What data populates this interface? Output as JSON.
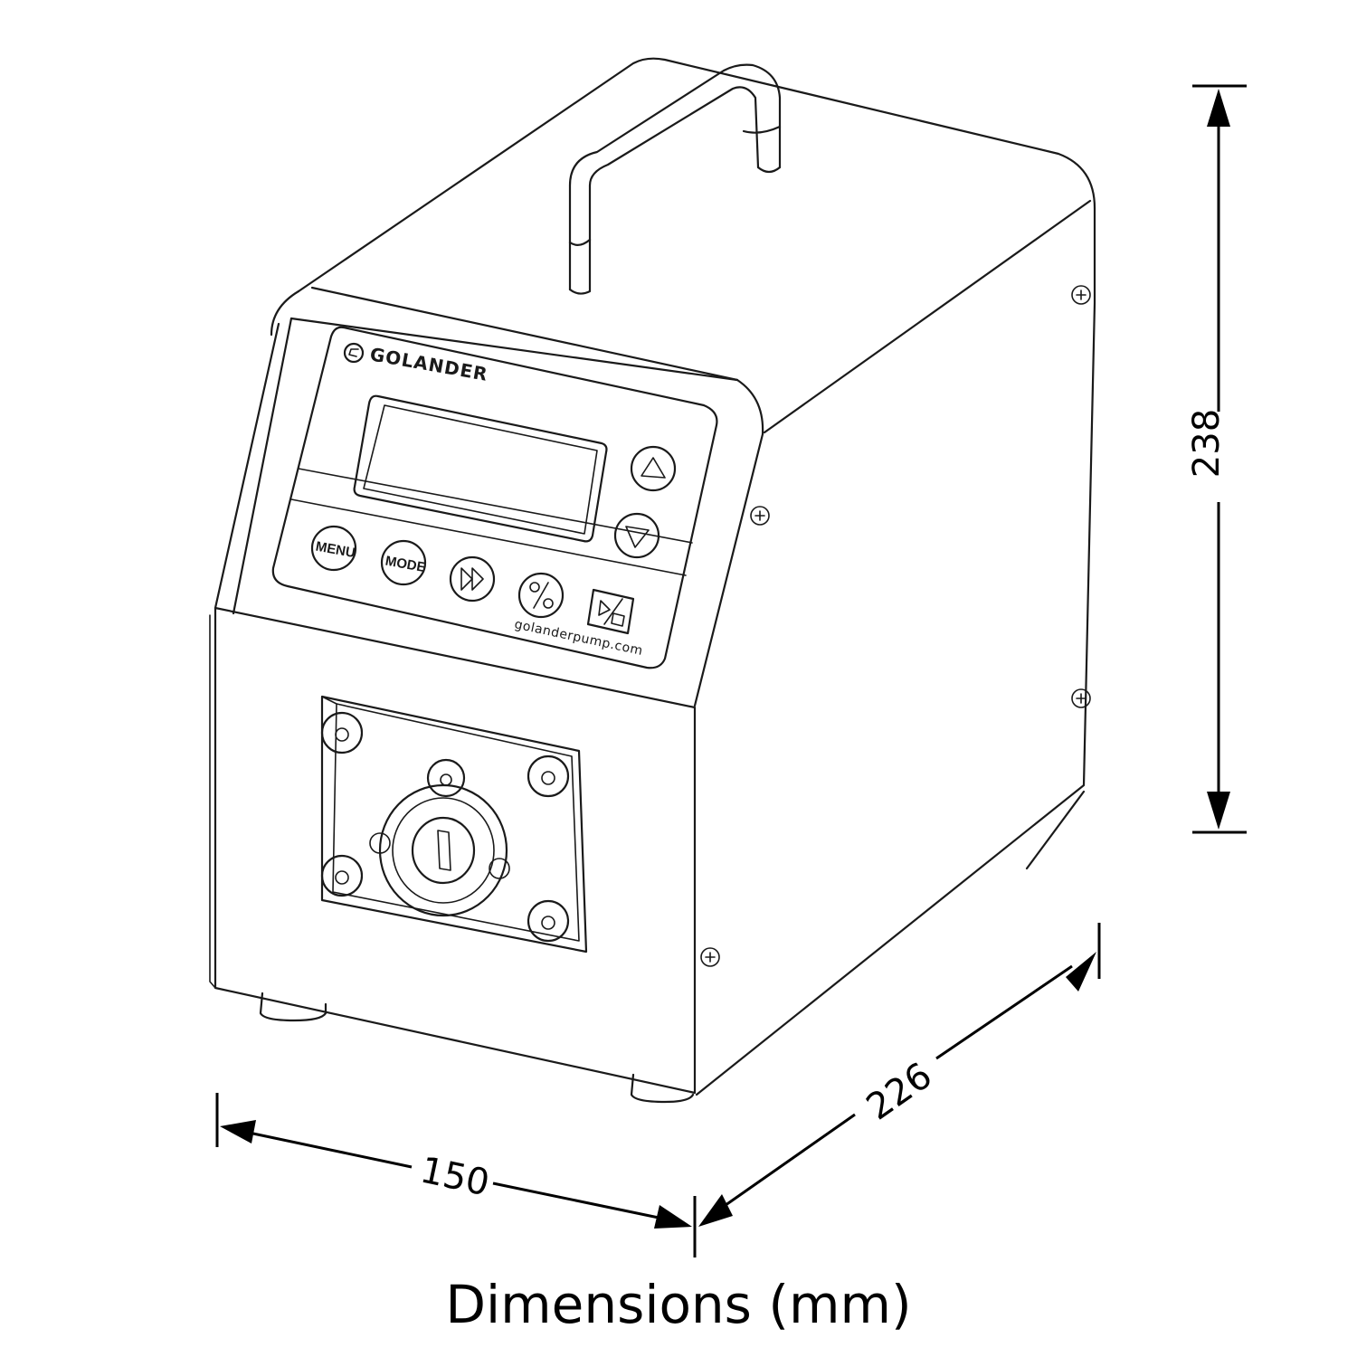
{
  "brand": {
    "name": "GOLANDER",
    "url": "golanderpump.com"
  },
  "buttons": {
    "menu": "MENU",
    "mode": "MODE",
    "run_icon": "fast-forward-icon",
    "direction_icon": "rotation-direction-icon",
    "start_stop_icon": "start-stop-icon",
    "up_icon": "triangle-up-icon",
    "down_icon": "triangle-down-icon"
  },
  "dimensions": {
    "width": "150",
    "depth": "226",
    "height": "238",
    "caption": "Dimensions (mm)"
  }
}
